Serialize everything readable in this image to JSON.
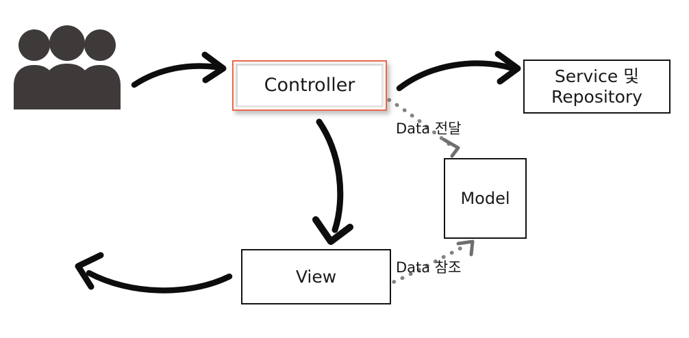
{
  "diagram": {
    "title": "MVC Flow Diagram",
    "background_color": "#ffffff",
    "highlight_color": "#e8664a",
    "stroke_color": "#121212",
    "actor_color": "#3e3a39",
    "dotted_color": "#7a7a7a"
  },
  "actors": {
    "users": {
      "icon": "users-group-icon",
      "label": "",
      "count": 3,
      "color": "#3e3a39"
    }
  },
  "nodes": {
    "controller": {
      "label": "Controller",
      "highlighted": true,
      "border_color": "#e8664a"
    },
    "service_repository": {
      "line1": "Service 및",
      "line2": "Repository",
      "highlighted": false,
      "border_color": "#121212"
    },
    "model": {
      "label": "Model",
      "highlighted": false,
      "border_color": "#121212"
    },
    "view": {
      "label": "View",
      "highlighted": false,
      "border_color": "#121212"
    }
  },
  "edges": {
    "user_to_controller": {
      "label": "",
      "style": "solid-curved-arrow"
    },
    "controller_to_service": {
      "label": "",
      "style": "solid-curved-arrow"
    },
    "controller_to_view": {
      "label": "",
      "style": "solid-curved-arrow"
    },
    "view_to_user": {
      "label": "",
      "style": "solid-curved-arrow"
    },
    "controller_to_model": {
      "label": "Data 전달",
      "style": "dotted-arrow"
    },
    "view_to_model": {
      "label": "Data 참조",
      "style": "dotted-arrow"
    }
  }
}
